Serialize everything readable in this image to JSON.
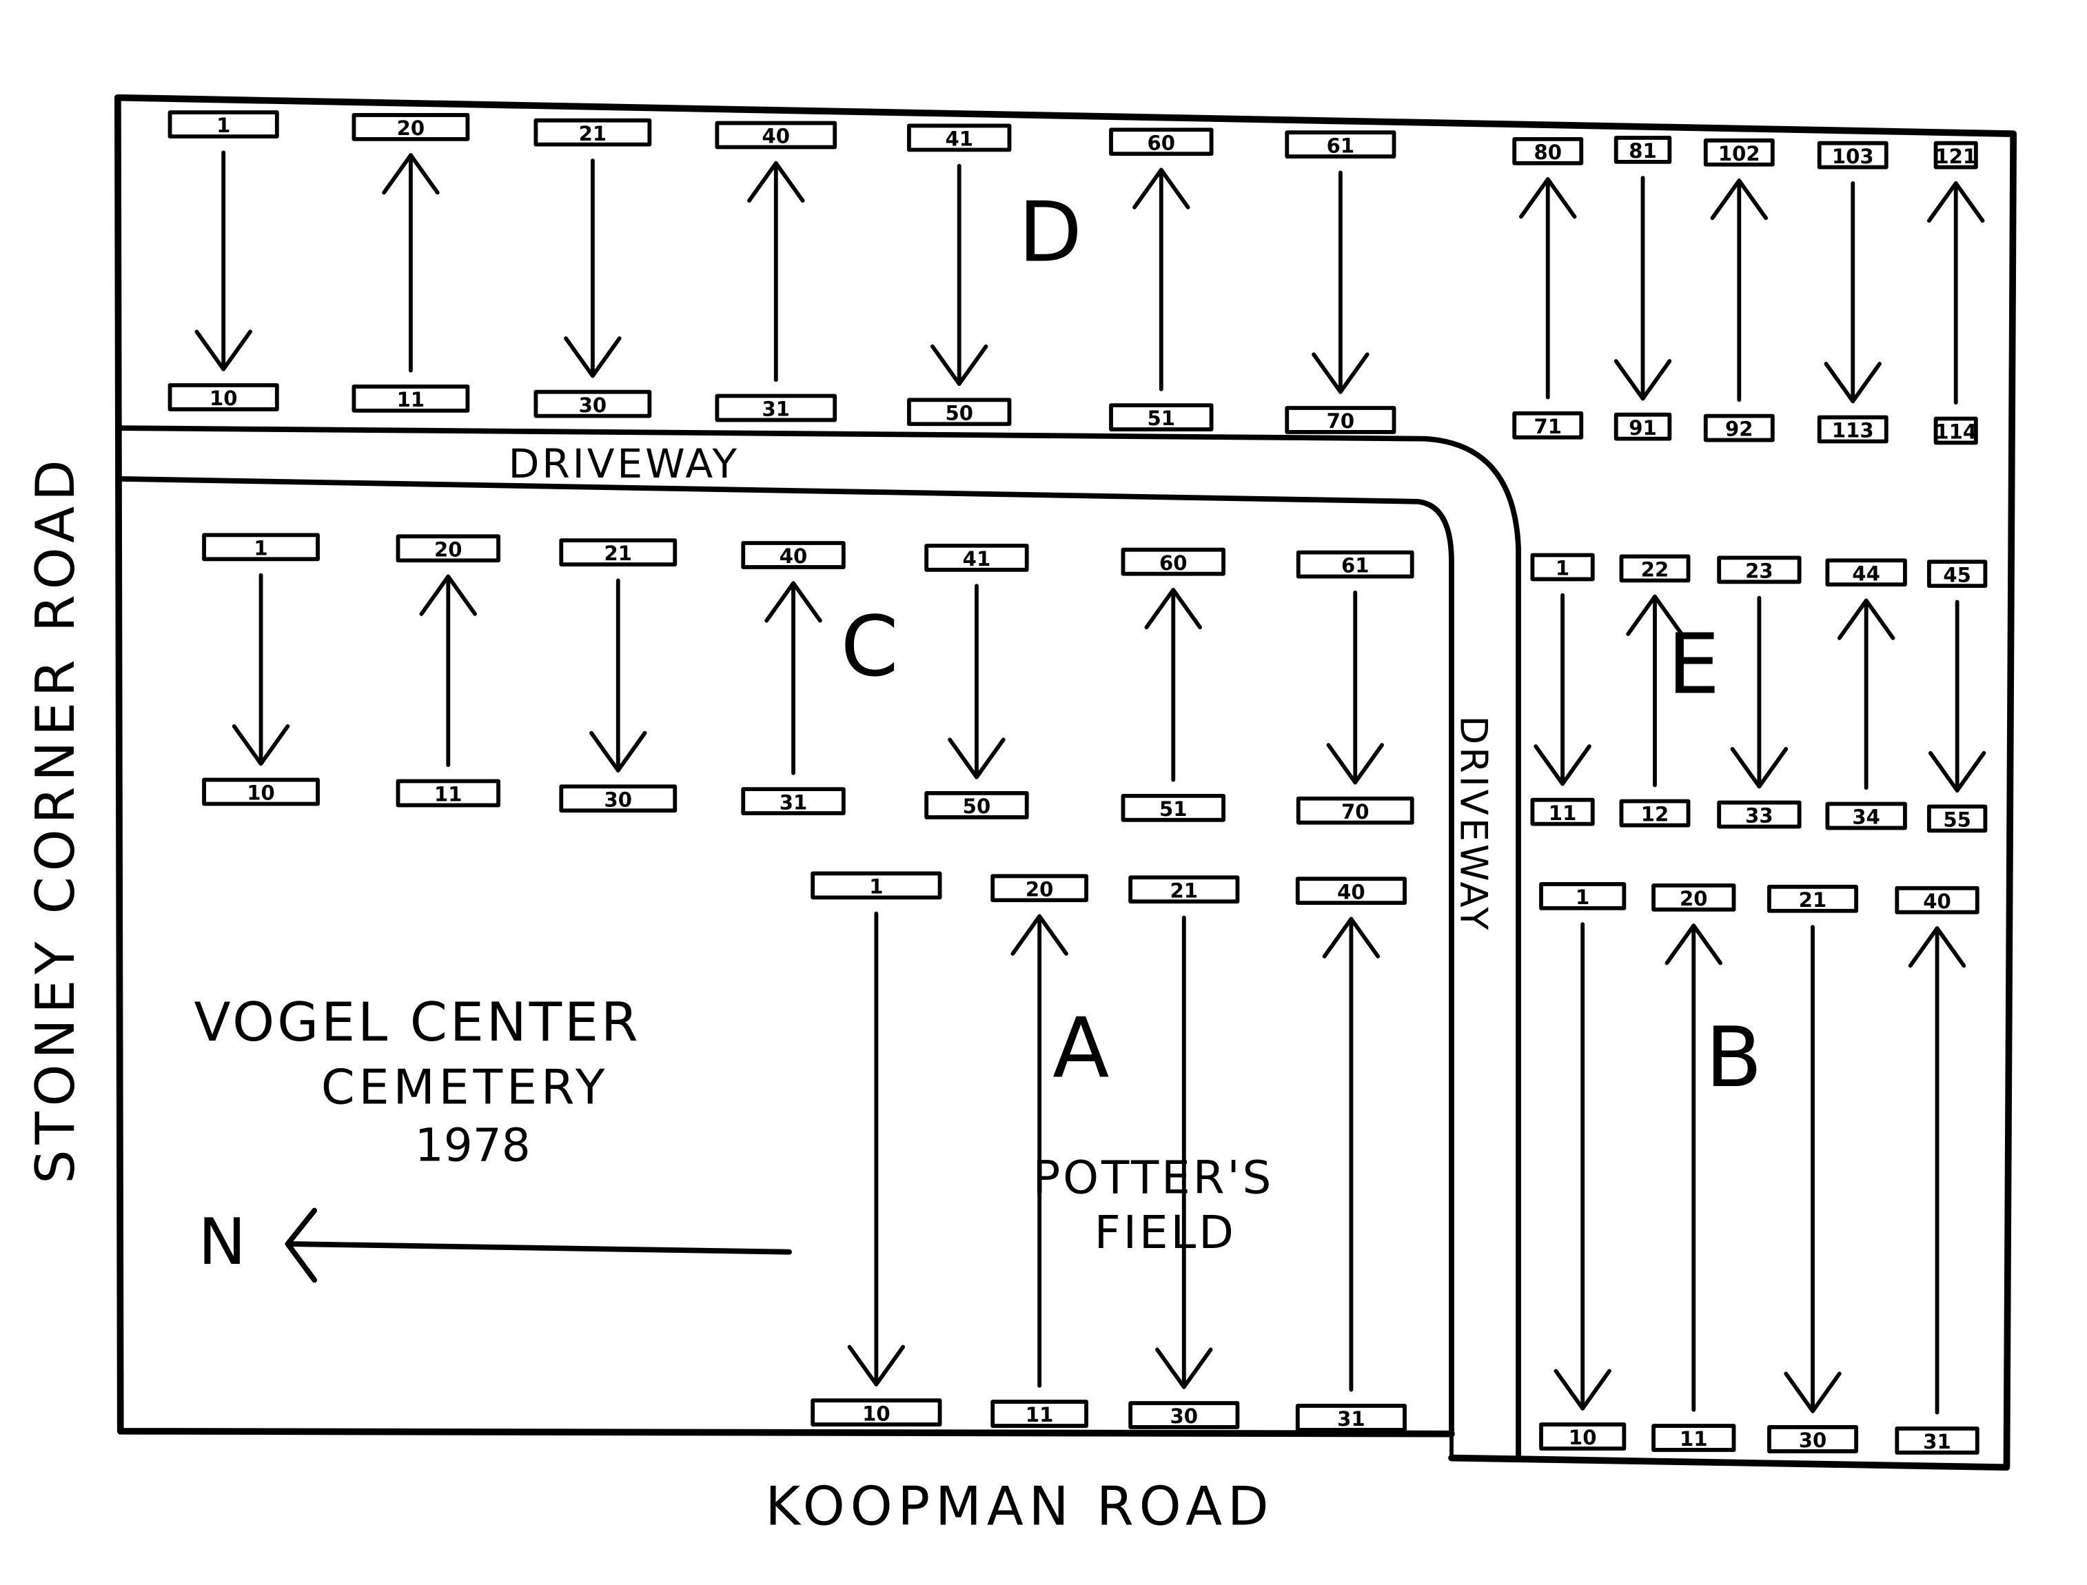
{
  "title": [
    "VOGEL CENTER",
    "CEMETERY",
    "1978"
  ],
  "roads": {
    "west": "STONEY CORNER ROAD",
    "south": "KOOPMAN ROAD"
  },
  "driveway_labels": [
    "DRIVEWAY",
    "DRIVEWAY"
  ],
  "north_label": "N",
  "potters_field": [
    "POTTER'S",
    "FIELD"
  ],
  "sections": [
    {
      "name": "D",
      "columns": [
        {
          "top": "1",
          "bottom": "10",
          "dir": "down"
        },
        {
          "top": "20",
          "bottom": "11",
          "dir": "up"
        },
        {
          "top": "21",
          "bottom": "30",
          "dir": "down"
        },
        {
          "top": "40",
          "bottom": "31",
          "dir": "up"
        },
        {
          "top": "41",
          "bottom": "50",
          "dir": "down"
        },
        {
          "top": "60",
          "bottom": "51",
          "dir": "up"
        },
        {
          "top": "61",
          "bottom": "70",
          "dir": "down"
        },
        {
          "top": "80",
          "bottom": "71",
          "dir": "up"
        },
        {
          "top": "81",
          "bottom": "91",
          "dir": "down"
        },
        {
          "top": "102",
          "bottom": "92",
          "dir": "up"
        },
        {
          "top": "103",
          "bottom": "113",
          "dir": "down"
        },
        {
          "top": "121",
          "bottom": "114",
          "dir": "up"
        }
      ]
    },
    {
      "name": "C",
      "columns": [
        {
          "top": "1",
          "bottom": "10",
          "dir": "down"
        },
        {
          "top": "20",
          "bottom": "11",
          "dir": "up"
        },
        {
          "top": "21",
          "bottom": "30",
          "dir": "down"
        },
        {
          "top": "40",
          "bottom": "31",
          "dir": "up"
        },
        {
          "top": "41",
          "bottom": "50",
          "dir": "down"
        },
        {
          "top": "60",
          "bottom": "51",
          "dir": "up"
        },
        {
          "top": "61",
          "bottom": "70",
          "dir": "down"
        }
      ]
    },
    {
      "name": "A",
      "columns": [
        {
          "top": "1",
          "bottom": "10",
          "dir": "down"
        },
        {
          "top": "20",
          "bottom": "11",
          "dir": "up"
        },
        {
          "top": "21",
          "bottom": "30",
          "dir": "down"
        },
        {
          "top": "40",
          "bottom": "31",
          "dir": "up"
        }
      ]
    },
    {
      "name": "E",
      "columns": [
        {
          "top": "1",
          "bottom": "11",
          "dir": "down"
        },
        {
          "top": "22",
          "bottom": "12",
          "dir": "up"
        },
        {
          "top": "23",
          "bottom": "33",
          "dir": "down"
        },
        {
          "top": "44",
          "bottom": "34",
          "dir": "up"
        },
        {
          "top": "45",
          "bottom": "55",
          "dir": "down"
        }
      ]
    },
    {
      "name": "B",
      "columns": [
        {
          "top": "1",
          "bottom": "10",
          "dir": "down"
        },
        {
          "top": "20",
          "bottom": "11",
          "dir": "up"
        },
        {
          "top": "21",
          "bottom": "30",
          "dir": "down"
        },
        {
          "top": "40",
          "bottom": "31",
          "dir": "up"
        }
      ]
    }
  ]
}
